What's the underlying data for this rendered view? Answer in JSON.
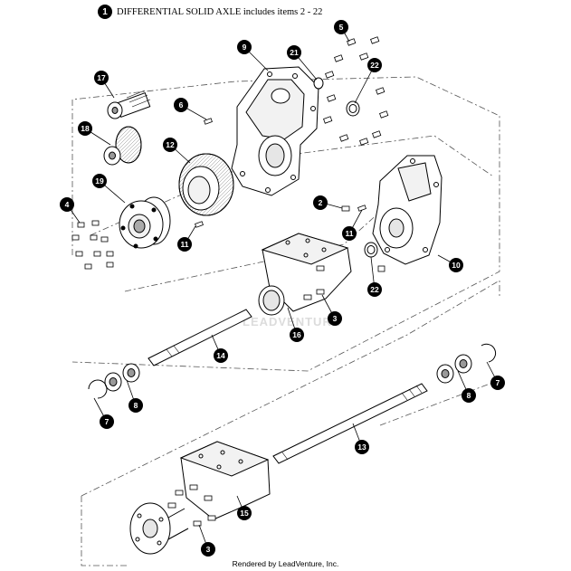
{
  "header": {
    "item_number": "1",
    "title": "DIFFERENTIAL SOLID AXLE includes items 2 - 22"
  },
  "watermark": "LEADVENTURE",
  "footer": "Rendered by LeadVenture, Inc.",
  "callouts": [
    {
      "id": "c2",
      "label": "2"
    },
    {
      "id": "c3a",
      "label": "3"
    },
    {
      "id": "c3b",
      "label": "3"
    },
    {
      "id": "c4",
      "label": "4"
    },
    {
      "id": "c5",
      "label": "5"
    },
    {
      "id": "c6",
      "label": "6"
    },
    {
      "id": "c7a",
      "label": "7"
    },
    {
      "id": "c7b",
      "label": "7"
    },
    {
      "id": "c8a",
      "label": "8"
    },
    {
      "id": "c8b",
      "label": "8"
    },
    {
      "id": "c9",
      "label": "9"
    },
    {
      "id": "c10",
      "label": "10"
    },
    {
      "id": "c11a",
      "label": "11"
    },
    {
      "id": "c11b",
      "label": "11"
    },
    {
      "id": "c12",
      "label": "12"
    },
    {
      "id": "c13",
      "label": "13"
    },
    {
      "id": "c14",
      "label": "14"
    },
    {
      "id": "c15",
      "label": "15"
    },
    {
      "id": "c16",
      "label": "16"
    },
    {
      "id": "c17",
      "label": "17"
    },
    {
      "id": "c18",
      "label": "18"
    },
    {
      "id": "c19",
      "label": "19"
    },
    {
      "id": "c21",
      "label": "21"
    },
    {
      "id": "c22a",
      "label": "22"
    },
    {
      "id": "c22b",
      "label": "22"
    }
  ]
}
